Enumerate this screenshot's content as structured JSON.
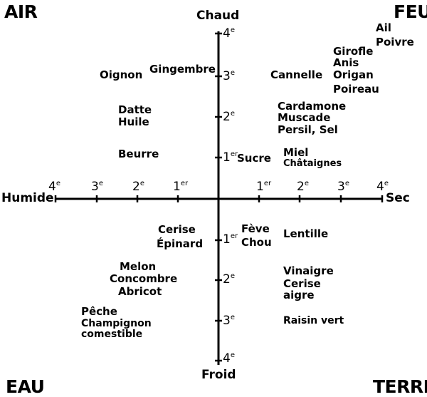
{
  "corners": {
    "top_left": "AIR",
    "top_right": "FEU",
    "bottom_left": "EAU",
    "bottom_right": "TERRE"
  },
  "axes": {
    "top": "Chaud",
    "bottom": "Froid",
    "left": "Humide",
    "right": "Sec"
  },
  "ticks": {
    "left": [
      {
        "n": "4",
        "s": "e"
      },
      {
        "n": "3",
        "s": "e"
      },
      {
        "n": "2",
        "s": "e"
      },
      {
        "n": "1",
        "s": "er"
      }
    ],
    "right": [
      {
        "n": "1",
        "s": "er"
      },
      {
        "n": "2",
        "s": "e"
      },
      {
        "n": "3",
        "s": "e"
      },
      {
        "n": "4",
        "s": "e"
      }
    ],
    "up": [
      {
        "n": "4",
        "s": "e"
      },
      {
        "n": "3",
        "s": "e"
      },
      {
        "n": "2",
        "s": "e"
      },
      {
        "n": "1",
        "s": "er"
      }
    ],
    "down": [
      {
        "n": "1",
        "s": "er"
      },
      {
        "n": "2",
        "s": "e"
      },
      {
        "n": "3",
        "s": "e"
      },
      {
        "n": "4",
        "s": "e"
      }
    ]
  },
  "items": {
    "ail": "Ail",
    "poivre": "Poivre",
    "girofle": "Girofle",
    "anis": "Anis",
    "origan": "Origan",
    "poireau": "Poireau",
    "cannelle": "Cannelle",
    "cardamone": "Cardamone",
    "muscade": "Muscade",
    "persil_sel": "Persil, Sel",
    "miel": "Miel",
    "chataignes": "Châtaignes",
    "sucre": "Sucre",
    "oignon": "Oignon",
    "gingembre": "Gingembre",
    "datte": "Datte",
    "huile": "Huile",
    "beurre": "Beurre",
    "cerise": "Cerise",
    "epinard": "Épinard",
    "feve": "Fève",
    "chou": "Chou",
    "lentille": "Lentille",
    "melon": "Melon",
    "concombre": "Concombre",
    "abricot": "Abricot",
    "peche": "Pêche",
    "champignon": "Champignon",
    "comestible": "comestible",
    "vinaigre": "Vinaigre",
    "cerise_aigre_1": "Cerise",
    "cerise_aigre_2": "aigre",
    "raisin_vert": "Raisin vert"
  }
}
